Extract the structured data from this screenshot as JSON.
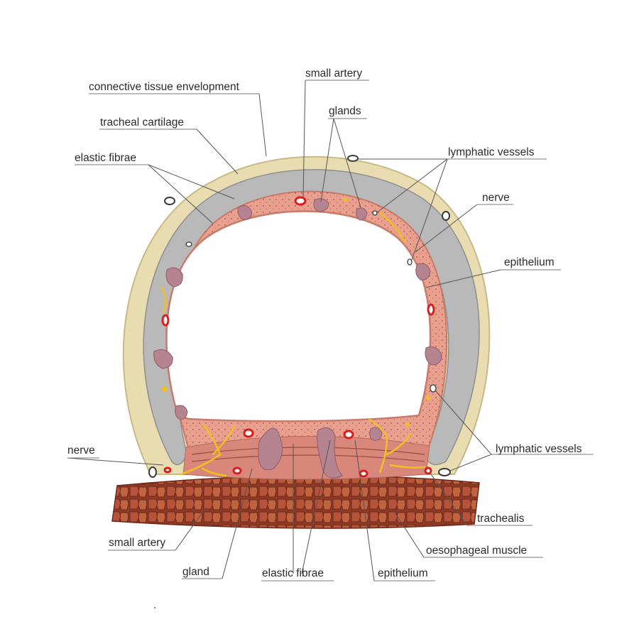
{
  "labels": {
    "connective_tissue": "connective tissue envelopment",
    "small_artery_top": "small artery",
    "glands": "glands",
    "tracheal_cartilage": "tracheal cartilage",
    "elastic_fibrae_top": "elastic fibrae",
    "lymphatic_vessels_top": "lymphatic vessels",
    "nerve_right": "nerve",
    "epithelium_right": "epithelium",
    "nerve_left": "nerve",
    "lymphatic_vessels_bottom": "lymphatic vessels",
    "trachealis": "trachealis",
    "small_artery_bottom": "small artery",
    "oesophageal_muscle": "oesophageal muscle",
    "gland": "gland",
    "elastic_fibrae_bottom": "elastic fibrae",
    "epithelium_bottom": "epithelium"
  },
  "colors": {
    "connective_tissue": "#e8dcb0",
    "cartilage": "#b9b9b9",
    "mucosa": "#e9a08e",
    "mucosa_edge": "#c97a68",
    "gland": "#b58490",
    "artery": "#d81e1e",
    "nerve": "#f0c020",
    "muscle": "#a3452e"
  }
}
